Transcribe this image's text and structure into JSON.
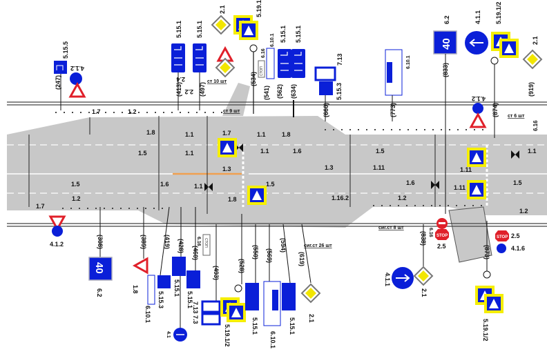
{
  "diagram": {
    "lane_markings": [
      "1.2",
      "1.7",
      "1.8",
      "1.5",
      "1.1",
      "1.7",
      "1.1",
      "1.8",
      "1.6",
      "1.3",
      "1.3",
      "1.5",
      "1.11",
      "1.1",
      "1.11",
      "1.5",
      "1.6",
      "1.1",
      "1.5",
      "1.6",
      "1.11",
      "1.5",
      "1.2",
      "1.8",
      "1.16.2",
      "1.2",
      "1.2",
      "1.7"
    ],
    "post_numbers": [
      "(247)",
      "(413)",
      "(497)",
      "(534)",
      "(541)",
      "(562)",
      "(634)",
      "(660)",
      "(773)",
      "(833)",
      "(874)",
      "(919)",
      "(308)",
      "(389)",
      "(419)",
      "(428)",
      "(460)",
      "(493)",
      "(528)",
      "(550)",
      "(569)",
      "(594)",
      "(619)",
      "(838)",
      "(873)"
    ],
    "sign_codes": {
      "t_5_15_5": "5.15.5",
      "t_4_1_2": "4.1.2",
      "t_5_15_1a": "5.15.1",
      "t_5_15_1b": "5.15.1",
      "t_2_4": "2.4",
      "t_2_2": "2.2",
      "t_2_1": "2.1",
      "t_5_19_1": "5.19.1",
      "t_6_16": "6.16",
      "t_6_10_1": "6.10.1",
      "t_5_15_1c": "5.15.1",
      "t_5_15_1d": "5.15.1",
      "t_7_13": "7.13",
      "t_5_15_3": "5.15.3",
      "t_6_10_1b": "6.10.1",
      "t_6_2": "6.2",
      "t_4_1_1": "4.1.1",
      "t_5_19_1_2": "5.19.1/2",
      "t_2_1b": "2.1",
      "t_4_1_2b": "4.1.2",
      "t_6_16b": "6.16",
      "b_4_1_2": "4.1.2",
      "b_6_2": "6.2",
      "b_1_8": "1.8",
      "b_6_10_1": "6.10.1",
      "b_5_15_3": "5.15.3",
      "b_5_15_1a": "5.15.1",
      "b_5_15_1b": "5.15.1",
      "b_7_13_7_3": "7.13 7.3",
      "b_6_16": "6.16",
      "b_4_1": "4.1",
      "b_5_19_1_2": "5.19.1/2",
      "b_5_15_1c": "5.15.1",
      "b_5_15_1d": "5.15.1",
      "b_2_1": "2.1",
      "b_4_1_1": "4.1.1",
      "b_2_1b": "2.1",
      "b_6_16b": "6.16",
      "b_2_5a": "2.5",
      "b_2_5b": "2.5",
      "b_4_1_6": "4.1.6"
    },
    "speed_limit": "40",
    "stop_text": "STOP",
    "stop_line_text": "СТОП",
    "notes": [
      "ст 10 шт",
      "ст 9 шт",
      "ст 6 шт",
      "сиг.ст 26 шт",
      "сиг.ст 8 шт"
    ],
    "colors": {
      "sign_blue": "#0a1fd8",
      "sign_red": "#e0202a",
      "highlight_yellow": "#f5ee00",
      "road": "#c8c8c8"
    }
  }
}
